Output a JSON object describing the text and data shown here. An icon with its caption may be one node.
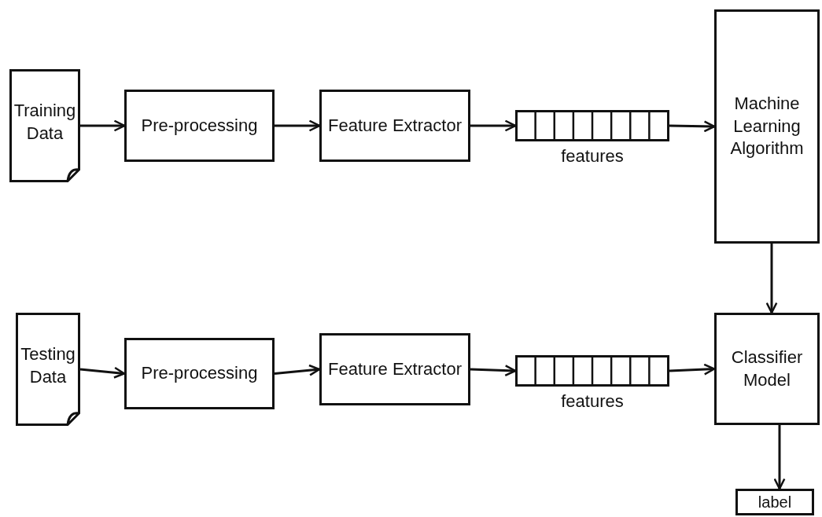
{
  "diagram": {
    "nodes": [
      {
        "text": [
          "Training Data"
        ]
      },
      {
        "text": [
          "Pre-processing"
        ]
      },
      {
        "text": [
          "Feature Extractor"
        ]
      },
      {
        "text": [],
        "shape": "bar",
        "beside": [
          "features"
        ]
      },
      {
        "text": [
          "Machine Learning Algorithm"
        ]
      },
      {
        "text": [
          "Testing Data"
        ]
      },
      {
        "text": [
          "Pre-processing"
        ]
      },
      {
        "text": [
          "Feature Extractor"
        ]
      },
      {
        "text": [],
        "shape": "bar",
        "beside": [
          "features"
        ]
      },
      {
        "text": [
          "Classifier Model"
        ]
      },
      {
        "text": [
          "label"
        ]
      }
    ],
    "edges": [
      {
        "from": 0,
        "to": 1,
        "arrow": "to"
      },
      {
        "from": 1,
        "to": 2,
        "arrow": "to"
      },
      {
        "from": 2,
        "to": 3,
        "arrow": "to"
      },
      {
        "from": 3,
        "to": 4,
        "arrow": "to"
      },
      {
        "from": 4,
        "to": 9,
        "arrow": "to"
      },
      {
        "from": 5,
        "to": 6,
        "arrow": "to"
      },
      {
        "from": 6,
        "to": 7,
        "arrow": "to"
      },
      {
        "from": 7,
        "to": 8,
        "arrow": "to"
      },
      {
        "from": 8,
        "to": 9,
        "arrow": "to"
      },
      {
        "from": 9,
        "to": 10,
        "arrow": "to"
      }
    ]
  }
}
